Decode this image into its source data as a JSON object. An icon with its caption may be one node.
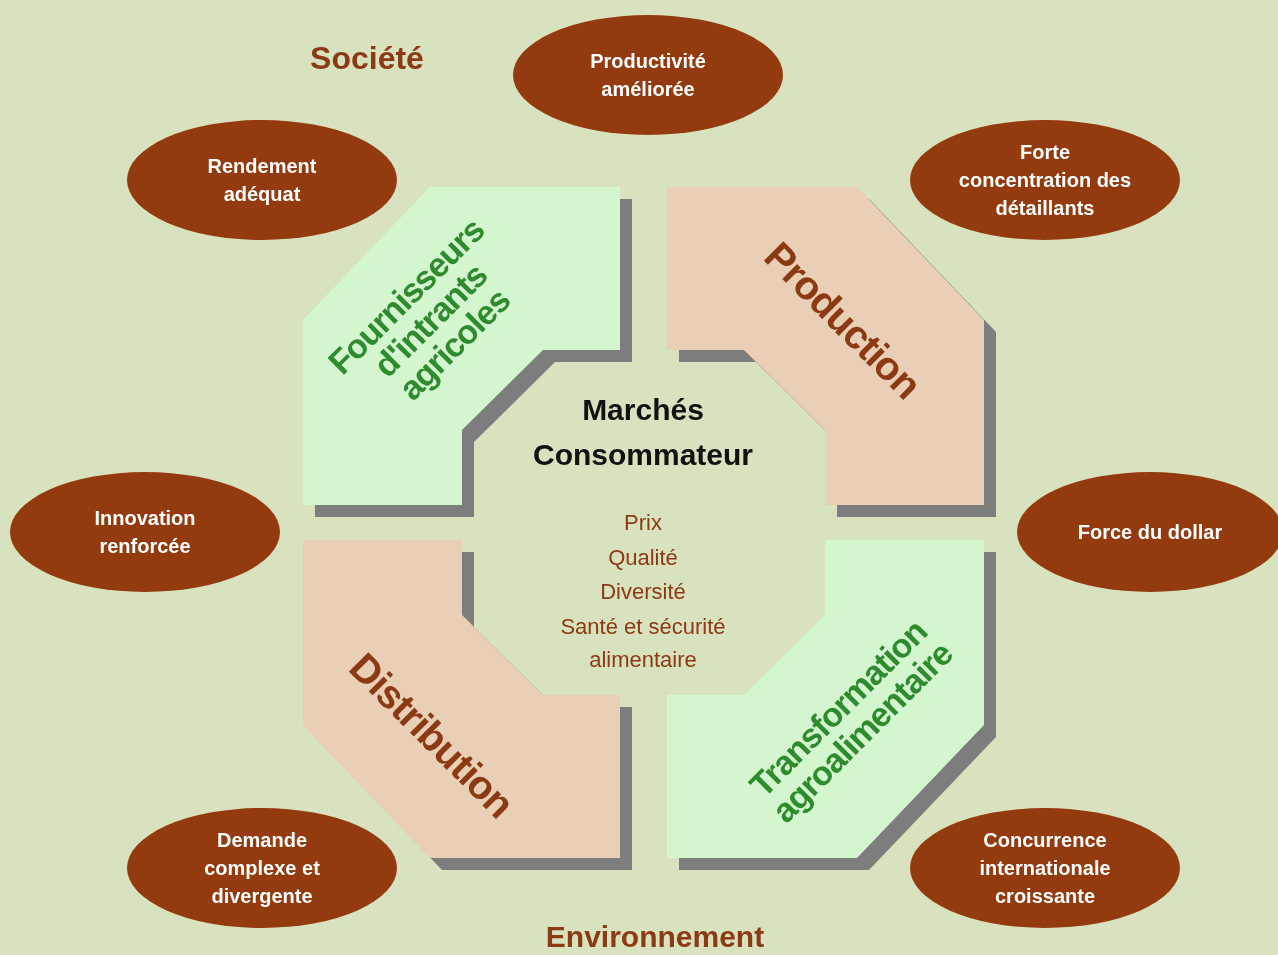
{
  "diagram": {
    "nodes": [
      {
        "text": [
          "Productivité améliorée"
        ]
      },
      {
        "text": [
          "Rendement adéquat"
        ]
      },
      {
        "text": [
          "Forte concentration des détaillants"
        ]
      },
      {
        "text": [
          "Fournisseurs d'intrants agricoles"
        ]
      },
      {
        "text": [
          "Production"
        ]
      },
      {
        "text": [
          "Innovation renforcée"
        ]
      },
      {
        "text": [
          "Force du dollar"
        ]
      },
      {
        "text": [
          "Distribution"
        ]
      },
      {
        "text": [
          "Transformation agroalimentaire"
        ]
      },
      {
        "text": [
          "Demande complexe et divergente"
        ]
      },
      {
        "text": [
          "Concurrence internationale croissante"
        ]
      }
    ],
    "labels": [
      "Société",
      "Marchés Consommateur",
      "Prix",
      "Qualité",
      "Diversité",
      "Santé et sécurité alimentaire",
      "Environnement"
    ]
  }
}
